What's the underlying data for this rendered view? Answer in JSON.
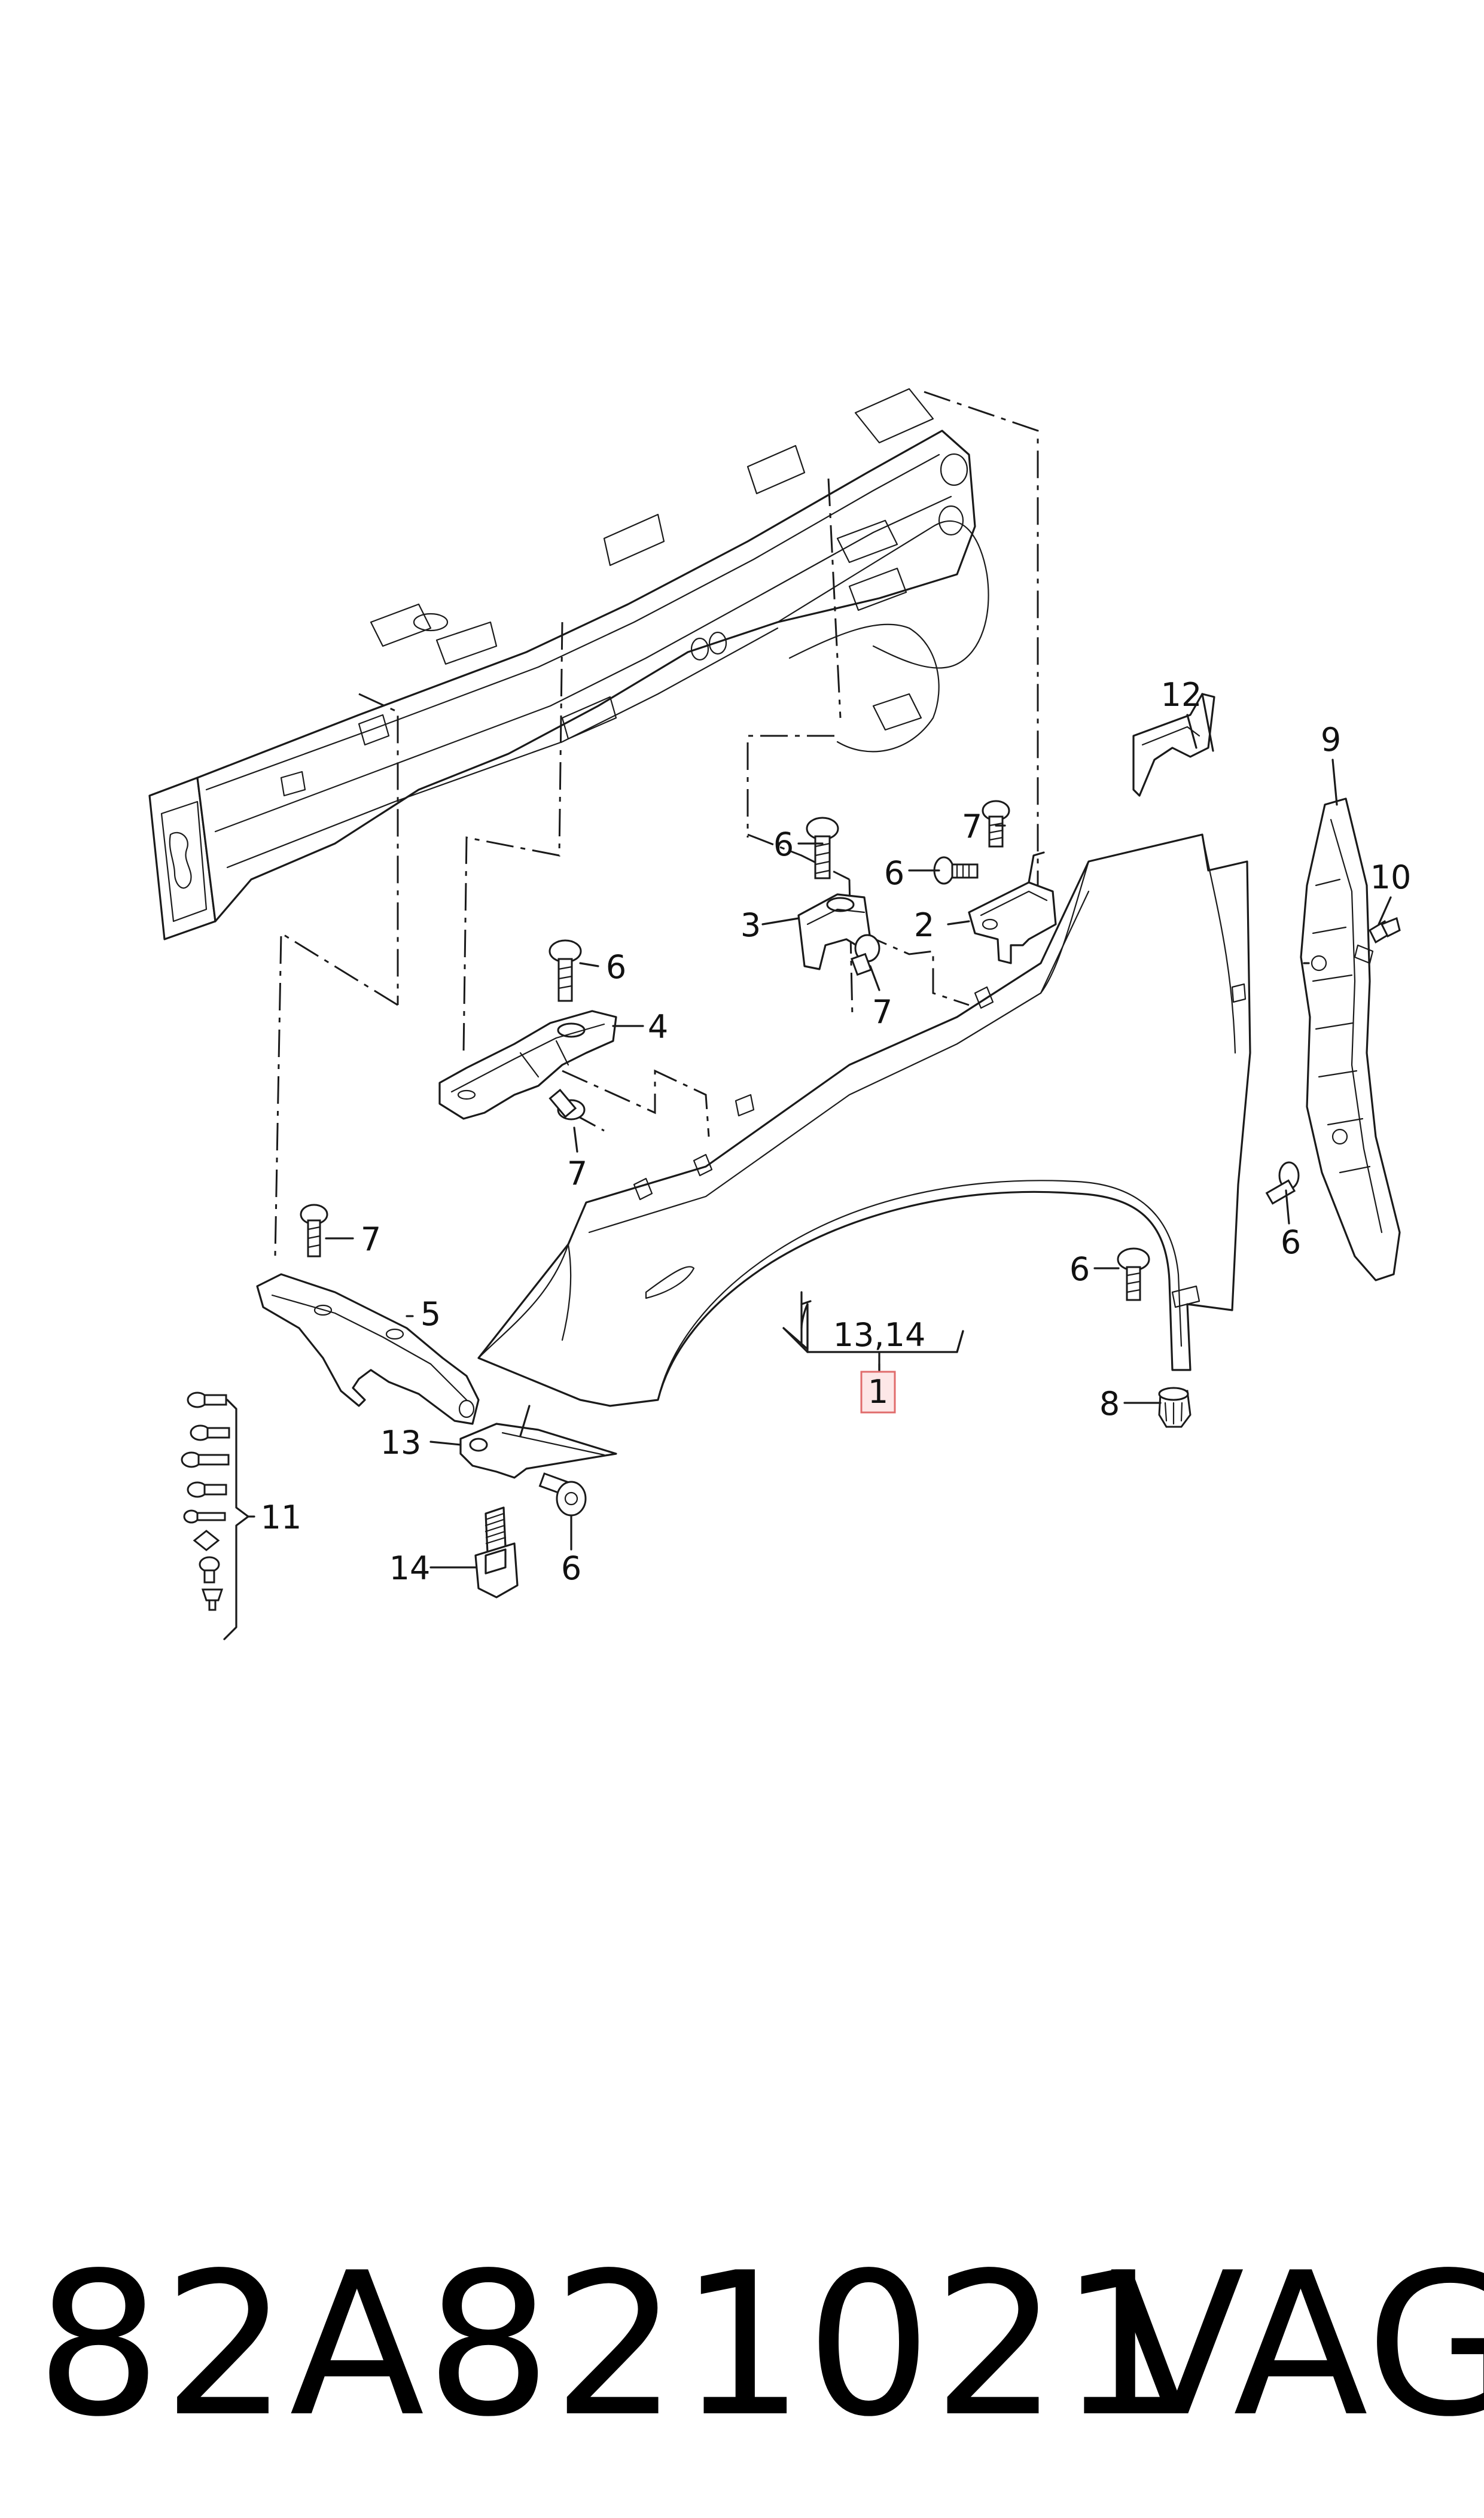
{
  "diagram": {
    "callouts": {
      "c1": "1",
      "c2": "2",
      "c3": "3",
      "c4": "4",
      "c5": "5",
      "c6a": "6",
      "c6b": "6",
      "c6c": "6",
      "c6d": "6",
      "c6e": "6",
      "c6f": "6",
      "c7a": "7",
      "c7b": "7",
      "c7c": "7",
      "c7d": "7",
      "c8": "8",
      "c9": "9",
      "c10": "10",
      "c11": "11",
      "c12": "12",
      "c13": "13",
      "c13_14": "13,14",
      "c14": "14"
    }
  },
  "footer": {
    "part_number": "82A821021",
    "brand": "VAG"
  },
  "colors": {
    "line": "#1a1a1a",
    "highlight_border": "#e06c6c",
    "highlight_fill": "#fde7e7"
  }
}
